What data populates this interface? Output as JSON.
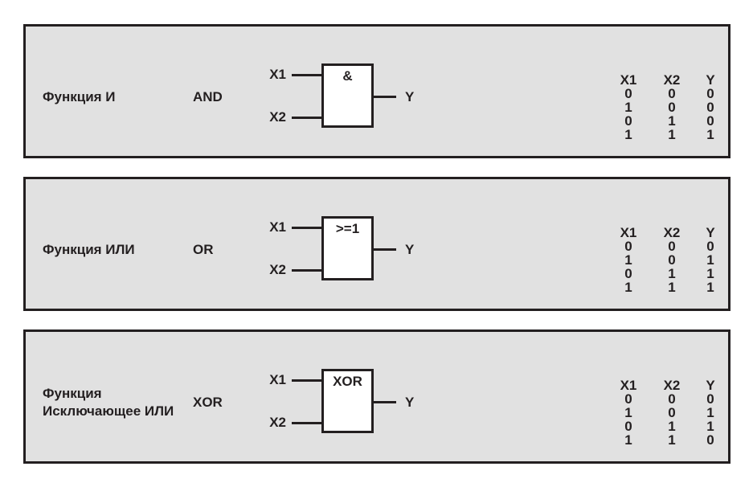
{
  "headers": [
    "X1",
    "X2",
    "Y"
  ],
  "gates": [
    {
      "name": "Функция И",
      "name_lines": null,
      "en": "AND",
      "symbol": "&",
      "inputs": [
        "X1",
        "X2"
      ],
      "output": "Y",
      "rows": [
        [
          "0",
          "0",
          "0"
        ],
        [
          "1",
          "0",
          "0"
        ],
        [
          "0",
          "1",
          "0"
        ],
        [
          "1",
          "1",
          "1"
        ]
      ]
    },
    {
      "name": "Функция ИЛИ",
      "name_lines": null,
      "en": "OR",
      "symbol": ">=1",
      "inputs": [
        "X1",
        "X2"
      ],
      "output": "Y",
      "rows": [
        [
          "0",
          "0",
          "0"
        ],
        [
          "1",
          "0",
          "1"
        ],
        [
          "0",
          "1",
          "1"
        ],
        [
          "1",
          "1",
          "1"
        ]
      ]
    },
    {
      "name": null,
      "name_lines": [
        "Функция",
        "Исключающее ИЛИ"
      ],
      "en": "XOR",
      "symbol": "XOR",
      "inputs": [
        "X1",
        "X2"
      ],
      "output": "Y",
      "rows": [
        [
          "0",
          "0",
          "0"
        ],
        [
          "1",
          "0",
          "1"
        ],
        [
          "0",
          "1",
          "1"
        ],
        [
          "1",
          "1",
          "0"
        ]
      ]
    }
  ]
}
